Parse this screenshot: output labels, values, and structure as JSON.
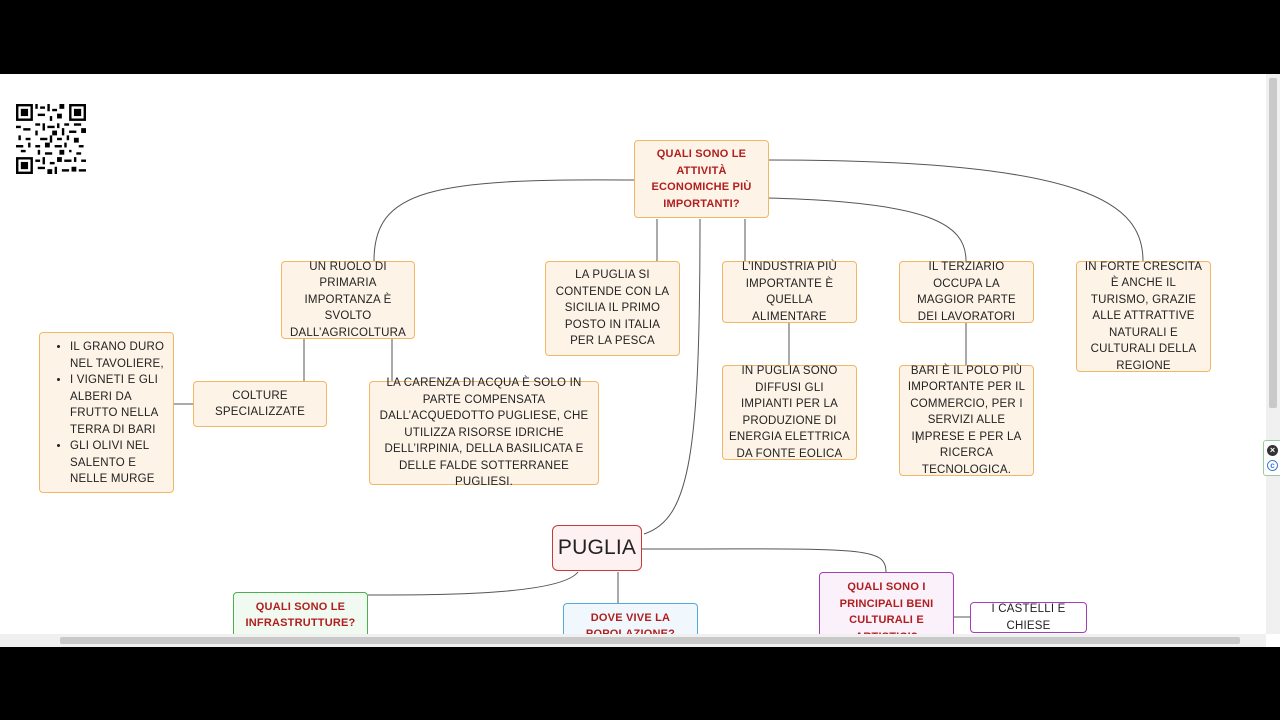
{
  "map": {
    "root": "PUGLIA",
    "question_economy": "QUALI SONO LE ATTIVITÀ ECONOMICHE PIÙ IMPORTANTI?",
    "agricoltura": "UN RUOLO DI PRIMARIA IMPORTANZA È SVOLTO DALL’AGRICOLTURA",
    "pesca": "LA PUGLIA SI CONTENDE CON LA SICILIA IL PRIMO POSTO IN ITALIA PER LA PESCA",
    "industria": "L’INDUSTRIA PIÙ IMPORTANTE È QUELLA ALIMENTARE",
    "terziario": "IL TERZIARIO OCCUPA LA MAGGIOR PARTE DEI LAVORATORI",
    "turismo": "IN FORTE CRESCITA È ANCHE IL TURISMO, GRAZIE ALLE ATTRATTIVE NATURALI E CULTURALI DELLA REGIONE",
    "colture": "COLTURE SPECIALIZZATE",
    "colture_list": [
      "IL GRANO DURO NEL TAVOLIERE,",
      "I VIGNETI E GLI ALBERI DA FRUTTO NELLA TERRA DI BARI",
      "GLI OLIVI NEL SALENTO E NELLE MURGE"
    ],
    "acqua": "LA CARENZA DI ACQUA È SOLO IN PARTE COMPENSATA DALL’ACQUEDOTTO PUGLIESE, CHE UTILIZZA RISORSE IDRICHE DELL’IRPINIA, DELLA BASILICATA E DELLE FALDE SOTTERRANEE PUGLIESI.",
    "eolica": "IN PUGLIA SONO DIFFUSI GLI IMPIANTI PER LA PRODUZIONE DI ENERGIA ELETTRICA DA FONTE EOLICA",
    "bari": "BARI È IL POLO PIÙ IMPORTANTE PER IL COMMERCIO, PER I SERVIZI ALLE IMPRESE E PER LA RICERCA TECNOLOGICA.",
    "question_infra": "QUALI SONO LE INFRASTRUTTURE?",
    "question_popolazione": "DOVE VIVE LA POPOLAZIONE?",
    "question_beni": "QUALI SONO I PRINCIPALI BENI CULTURALI E ARTISTICI?",
    "castelli": "I CASTELLI  E CHIESE"
  },
  "colors": {
    "orange_border": "#f0b865",
    "question_text": "#b01e1e",
    "root_border": "#c83a3a",
    "green_border": "#4cb050",
    "blue_border": "#55aadd",
    "purple_border": "#a33fb5"
  },
  "icons": {
    "qr": "qr-code-icon",
    "close": "close-icon",
    "copy": "copy-icon"
  }
}
